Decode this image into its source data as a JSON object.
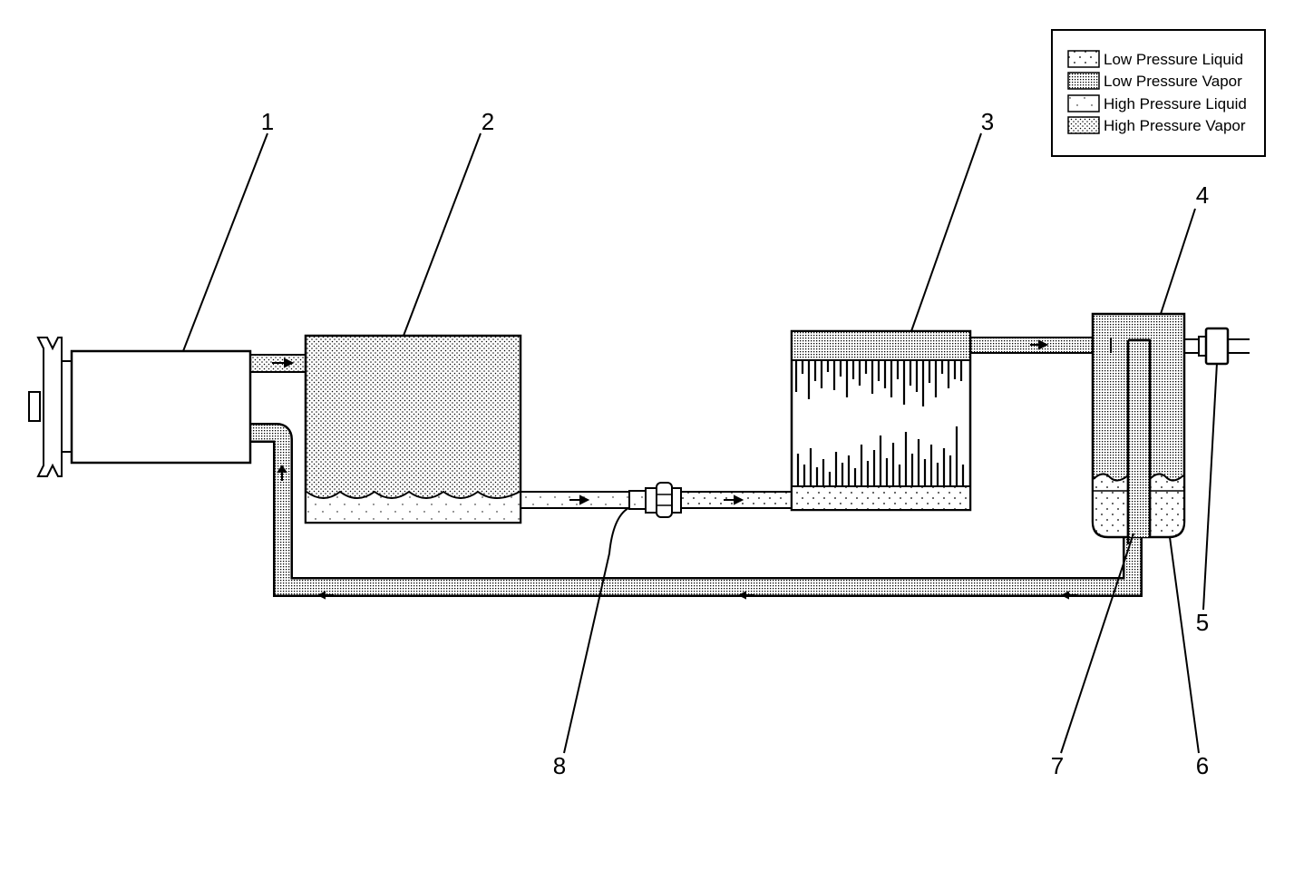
{
  "legend": {
    "items": [
      {
        "label": "Low Pressure Liquid",
        "pattern": "lpl"
      },
      {
        "label": "Low Pressure Vapor",
        "pattern": "lpv"
      },
      {
        "label": "High Pressure Liquid",
        "pattern": "hpl"
      },
      {
        "label": "High Pressure Vapor",
        "pattern": "hpv"
      }
    ]
  },
  "callouts": {
    "c1": "1",
    "c2": "2",
    "c3": "3",
    "c4": "4",
    "c5": "5",
    "c6": "6",
    "c7": "7",
    "c8": "8"
  },
  "colors": {
    "line": "#000000",
    "background": "#ffffff"
  }
}
